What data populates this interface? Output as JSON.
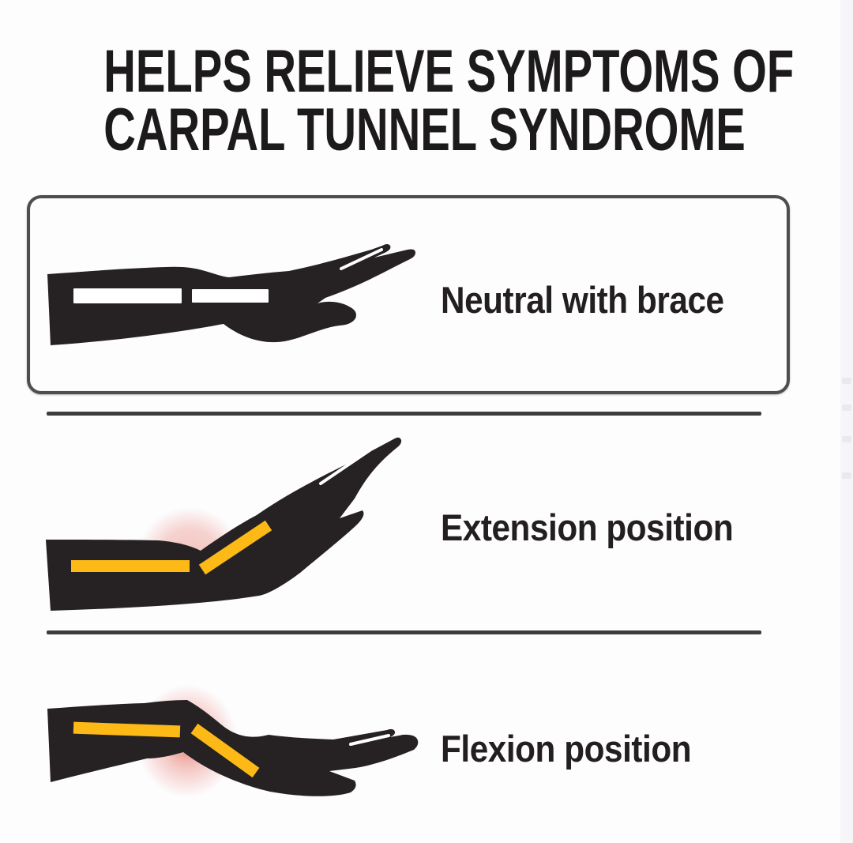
{
  "title": {
    "line1": "HELPS RELIEVE SYMPTOMS OF",
    "line2": "CARPAL TUNNEL SYNDROME"
  },
  "panels": [
    {
      "id": "neutral",
      "label": "Neutral with brace",
      "illustration": "neutral-hand-with-brace-icon",
      "framed": true,
      "strain_glow": false
    },
    {
      "id": "extension",
      "label": "Extension position",
      "illustration": "extended-hand-strain-icon",
      "framed": false,
      "strain_glow": true
    },
    {
      "id": "flexion",
      "label": "Flexion position",
      "illustration": "flexed-hand-strain-icon",
      "framed": false,
      "strain_glow": true
    }
  ],
  "colors": {
    "background": "#fdfdfe",
    "title": "#1c1a1b",
    "label": "#231f20",
    "silhouette": "#262223",
    "brace": "#ffffff",
    "strain": "#fdb916",
    "glow_soft": "#eb968e",
    "glow_strong": "#dd4b3e",
    "frame": "#4e4e4e",
    "divider": "#3d3d3d"
  }
}
